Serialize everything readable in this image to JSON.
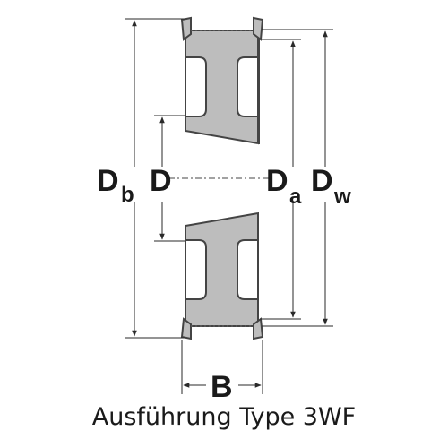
{
  "labels": {
    "db_main": "D",
    "db_sub": "b",
    "d": "D",
    "da_main": "D",
    "da_sub": "a",
    "dw_main": "D",
    "dw_sub": "w",
    "b": "B"
  },
  "caption": "Ausführung Type 3WF",
  "colors": {
    "body": "#bdbdbd",
    "outline": "#444444",
    "line": "#2a2a2a",
    "text": "#1a1a1a"
  }
}
